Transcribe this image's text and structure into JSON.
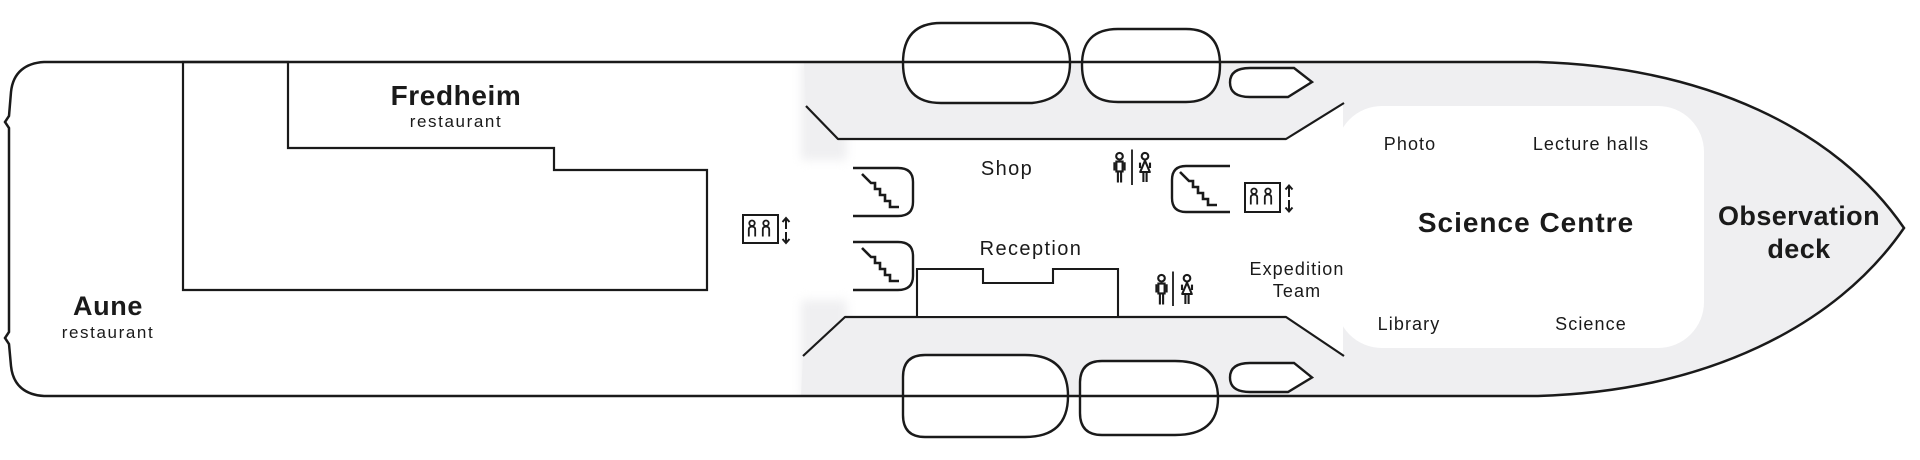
{
  "diagram": {
    "type": "ship-deck-plan",
    "colors": {
      "outline": "#1a1a1a",
      "deck_fill": "#ffffff",
      "shaded_area": "#efeff1",
      "text": "#1a1a1a"
    }
  },
  "areas": {
    "fredheim": {
      "name": "Fredheim",
      "type": "restaurant"
    },
    "aune": {
      "name": "Aune",
      "type": "restaurant"
    },
    "shop": {
      "label": "Shop"
    },
    "reception": {
      "label": "Reception"
    },
    "expedition_team": {
      "line1": "Expedition",
      "line2": "Team"
    },
    "photo": {
      "label": "Photo"
    },
    "lecture_halls": {
      "label": "Lecture halls"
    },
    "science_centre": {
      "label": "Science Centre"
    },
    "library": {
      "label": "Library"
    },
    "science": {
      "label": "Science"
    },
    "observation_deck": {
      "line1": "Observation",
      "line2": "deck"
    }
  },
  "icons": {
    "stairs": "stairs-icon",
    "elevator": "elevator-icon",
    "elevator_arrows": "up-down-arrows-icon",
    "mens_wc": "mens-restroom-icon",
    "womens_wc": "womens-restroom-icon",
    "lifeboat": "lifeboat-shape",
    "tender": "tender-boat-shape"
  }
}
